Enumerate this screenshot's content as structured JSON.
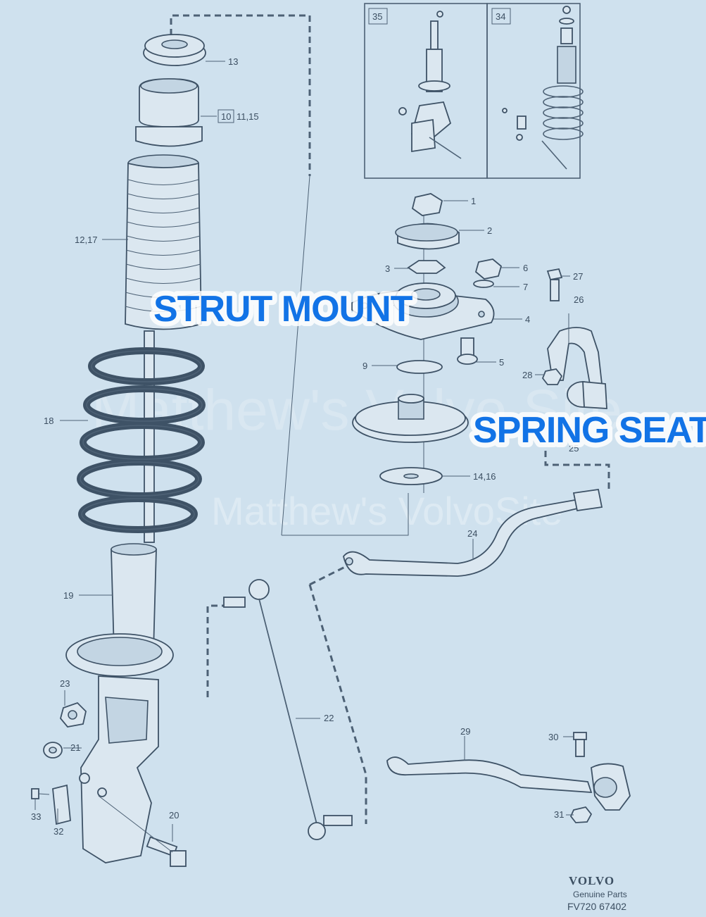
{
  "diagram": {
    "callouts": {
      "strut_mount": "STRUT MOUNT",
      "spring_seat": "SPRING SEAT"
    },
    "watermarks": {
      "large": "Matthew's Volvo Site",
      "small": "Matthew's VolvoSite"
    },
    "inset_boxes": [
      "35",
      "34"
    ],
    "part_labels": {
      "p1": "1",
      "p2": "2",
      "p3": "3",
      "p4": "4",
      "p5": "5",
      "p6": "6",
      "p7": "7",
      "p9": "9",
      "p10": "10",
      "p10b": "11,15",
      "p12": "12,17",
      "p13": "13",
      "p14": "14,16",
      "p18": "18",
      "p19": "19",
      "p20": "20",
      "p21": "21",
      "p22": "22",
      "p23": "23",
      "p24": "24",
      "p25": "25",
      "p26": "26",
      "p27": "27",
      "p28": "28",
      "p29": "29",
      "p30": "30",
      "p31": "31",
      "p32": "32",
      "p33": "33"
    },
    "brand": {
      "name": "VOLVO",
      "subtitle": "Genuine Parts",
      "code": "FV720 67402"
    }
  }
}
